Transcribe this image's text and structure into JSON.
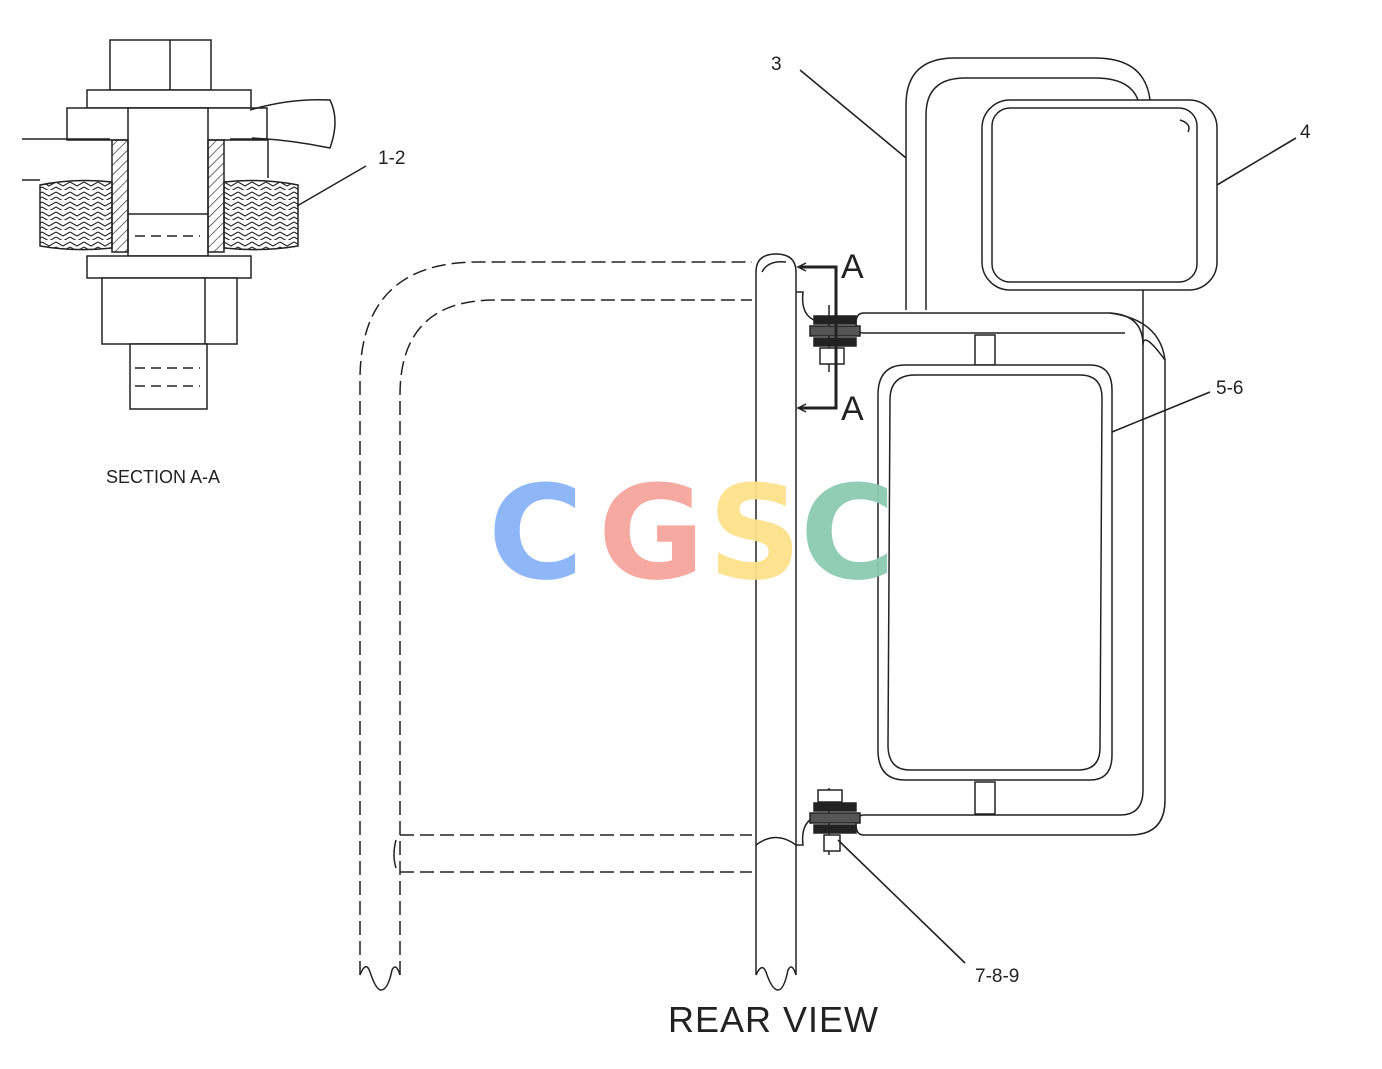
{
  "callouts": {
    "c12": "1-2",
    "c3": "3",
    "c4": "4",
    "c56": "5-6",
    "c789": "7-8-9"
  },
  "section_marks": {
    "top": "A",
    "bottom": "A"
  },
  "captions": {
    "section": "SECTION A-A",
    "view": "REAR VIEW"
  },
  "watermark": {
    "letters": [
      "C",
      "G",
      "S",
      "C"
    ],
    "colors": [
      "#8ab4f8",
      "#f5a59b",
      "#fde18a",
      "#8ccbb0"
    ]
  }
}
